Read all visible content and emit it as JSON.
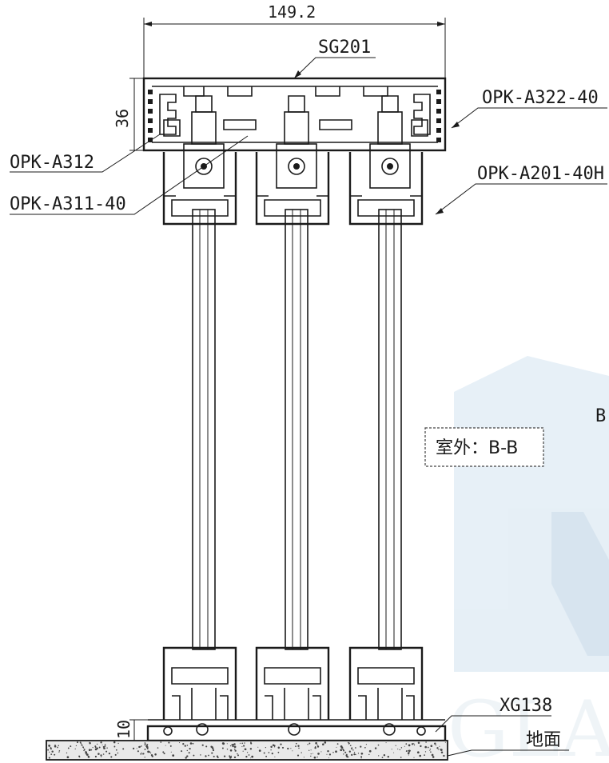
{
  "dimensions": {
    "width_total": "149.2",
    "height_head": "36",
    "height_sill": "10"
  },
  "labels": {
    "sg201": "SG201",
    "opk_a322_40": "OPK-A322-40",
    "opk_a312": "OPK-A312",
    "opk_a201_40h": "OPK-A201-40H",
    "opk_a311_40": "OPK-A311-40",
    "xg138": "XG138",
    "floor": "地面",
    "view_box": "室外：B-B",
    "edge_text": "B"
  },
  "watermark": {
    "text": "GLA",
    "color": "#dce8f2"
  },
  "colors": {
    "line": "#1a1a1a",
    "floor_fill": "#e9e9e9",
    "watermark": "#dce8f2"
  }
}
